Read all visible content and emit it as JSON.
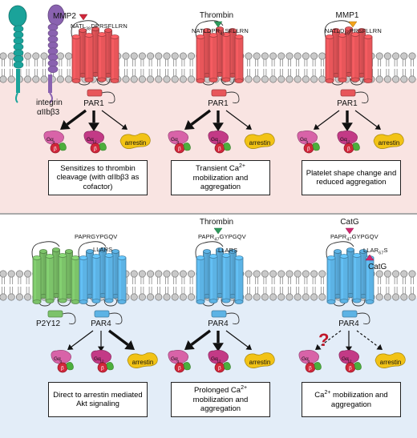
{
  "colors": {
    "top_bg": "#f9e4e2",
    "bottom_bg": "#e3edf8",
    "par1": "#e8565a",
    "par4": "#5cb3e5",
    "p2y12": "#7cc36a",
    "integrin_a": "#1aa39a",
    "integrin_b": "#8a62b0",
    "g_alpha_q": "#d863a8",
    "g_alpha_12": "#c33a86",
    "g_beta": "#d1263a",
    "g_gamma": "#4caf3c",
    "arrestin": "#f2c316",
    "arrow_mmp2": "#d1263a",
    "arrow_thrombin": "#2e9a5c",
    "arrow_mmp1": "#f2a31a",
    "arrow_catg": "#d1266f",
    "question": "#c0182a"
  },
  "top": {
    "panel1": {
      "integrin_label_1": "integrin",
      "integrin_label_2": "αIIbβ3",
      "protease": "MMP2",
      "sequence": "NATL38DPRSFLLRN",
      "receptor": "PAR1",
      "arrow_weights": [
        "thick",
        "thick",
        "thin"
      ],
      "g1": "Gαq",
      "g2": "Gα12",
      "beta": "β",
      "arrestin": "arrestin",
      "outcome": "Sensitizes to thrombin cleavage (with αIIbβ3 as cofactor)"
    },
    "panel2": {
      "protease": "Thrombin",
      "sequence": "NATLDPR41SFLLRN",
      "receptor": "PAR1",
      "g1": "Gαq",
      "g2": "Gα12",
      "beta": "β",
      "arrestin": "arrestin",
      "outcome": "Transient Ca2+ mobilization and aggregation"
    },
    "panel3": {
      "protease": "MMP1",
      "sequence": "NATLD39PRSFLLRN",
      "receptor": "PAR1",
      "g1": "Gαq",
      "g2": "Gα12",
      "beta": "β",
      "arrestin": "arrestin",
      "outcome": "Platelet shape change and reduced aggregation"
    }
  },
  "bottom": {
    "panel1": {
      "sequence_1": "PAPRGYPGQV",
      "sequence_2": "LLARS",
      "receptor_left": "P2Y12",
      "receptor": "PAR4",
      "g1": "Gαq",
      "g2": "Gα12",
      "beta": "β",
      "arrestin": "arrestin",
      "outcome": "Direct to arrestin mediated Akt signaling"
    },
    "panel2": {
      "protease": "Thrombin",
      "sequence_1": "PAPR47GYPGQV",
      "sequence_2": "LLARS",
      "receptor": "PAR4",
      "g1": "Gαq",
      "g2": "Gα12",
      "beta": "β",
      "arrestin": "arrestin",
      "outcome": "Prolonged Ca2+ mobilization and aggregation"
    },
    "panel3": {
      "protease_top": "CatG",
      "sequence_1": "PAPR47GYPGQV",
      "sequence_2": "LLAR67S",
      "protease_bottom": "CatG",
      "receptor": "PAR4",
      "question": "?",
      "g1": "Gαq",
      "g2": "Gα12",
      "beta": "β",
      "arrestin": "arrestin",
      "outcome": "Ca2+ mobilization and aggregation"
    }
  }
}
